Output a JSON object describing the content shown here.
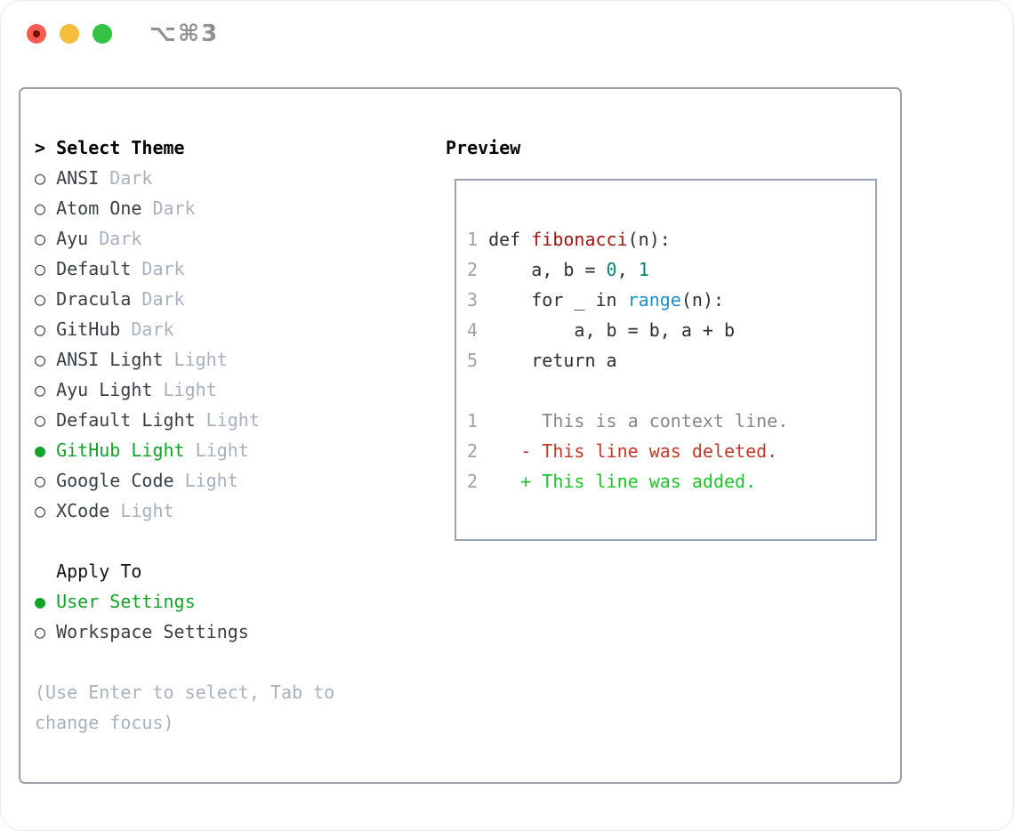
{
  "window": {
    "title_shortcut": "⌥⌘3"
  },
  "theme_panel": {
    "header_marker": ">",
    "header_label": "Select Theme",
    "marker_selected": "●",
    "marker_unselected": "○",
    "items": [
      {
        "name": "ANSI",
        "variant": "Dark",
        "selected": false
      },
      {
        "name": "Atom One",
        "variant": "Dark",
        "selected": false
      },
      {
        "name": "Ayu",
        "variant": "Dark",
        "selected": false
      },
      {
        "name": "Default",
        "variant": "Dark",
        "selected": false
      },
      {
        "name": "Dracula",
        "variant": "Dark",
        "selected": false
      },
      {
        "name": "GitHub",
        "variant": "Dark",
        "selected": false
      },
      {
        "name": "ANSI Light",
        "variant": "Light",
        "selected": false
      },
      {
        "name": "Ayu Light",
        "variant": "Light",
        "selected": false
      },
      {
        "name": "Default Light",
        "variant": "Light",
        "selected": false
      },
      {
        "name": "GitHub Light",
        "variant": "Light",
        "selected": true
      },
      {
        "name": "Google Code",
        "variant": "Light",
        "selected": false
      },
      {
        "name": "XCode",
        "variant": "Light",
        "selected": false
      }
    ],
    "apply_to_label": "Apply To",
    "apply_options": [
      {
        "name": "User Settings",
        "selected": true
      },
      {
        "name": "Workspace Settings",
        "selected": false
      }
    ],
    "hint_line1": "(Use Enter to select, Tab to",
    "hint_line2": "change focus)"
  },
  "preview": {
    "label": "Preview",
    "code_lines": [
      [
        [
          "1 ",
          "num"
        ],
        [
          "def ",
          "code"
        ],
        [
          "fibonacci",
          "fn"
        ],
        [
          "(n):",
          "code"
        ]
      ],
      [
        [
          "2 ",
          "num"
        ],
        [
          "    a, b = ",
          "code"
        ],
        [
          "0",
          "lit"
        ],
        [
          ", ",
          "code"
        ],
        [
          "1",
          "lit"
        ]
      ],
      [
        [
          "3 ",
          "num"
        ],
        [
          "    for _ in ",
          "code"
        ],
        [
          "range",
          "builtin"
        ],
        [
          "(n):",
          "code"
        ]
      ],
      [
        [
          "4 ",
          "num"
        ],
        [
          "        a, b = b, a + b",
          "code"
        ]
      ],
      [
        [
          "5 ",
          "num"
        ],
        [
          "    return a",
          "code"
        ]
      ],
      [],
      [
        [
          "1 ",
          "num"
        ],
        [
          "     This is a context line.",
          "ctx"
        ]
      ],
      [
        [
          "2 ",
          "num"
        ],
        [
          "   - This line was deleted.",
          "del"
        ]
      ],
      [
        [
          "2 ",
          "num"
        ],
        [
          "   + This line was added.",
          "add"
        ]
      ]
    ]
  },
  "colors": {
    "green": "#12a32b",
    "item": "#3a4047",
    "tag": "#a9b1bf",
    "hint": "#a9b1bd",
    "num": "#9aa2ae",
    "code": "#2b3036",
    "fn": "#a31512",
    "lit": "#0c7e78",
    "builtin": "#1f8ece",
    "ctx": "#84888e",
    "del": "#c43a28",
    "add": "#1cc427",
    "border-main": "#97a1ae",
    "border-preview": "#9aa5b3",
    "title": "#8d9095",
    "traffic-red": "#f45c51",
    "traffic-red-dot": "#7b0d05",
    "traffic-yellow": "#f6bd3d",
    "traffic-green": "#33c342"
  }
}
